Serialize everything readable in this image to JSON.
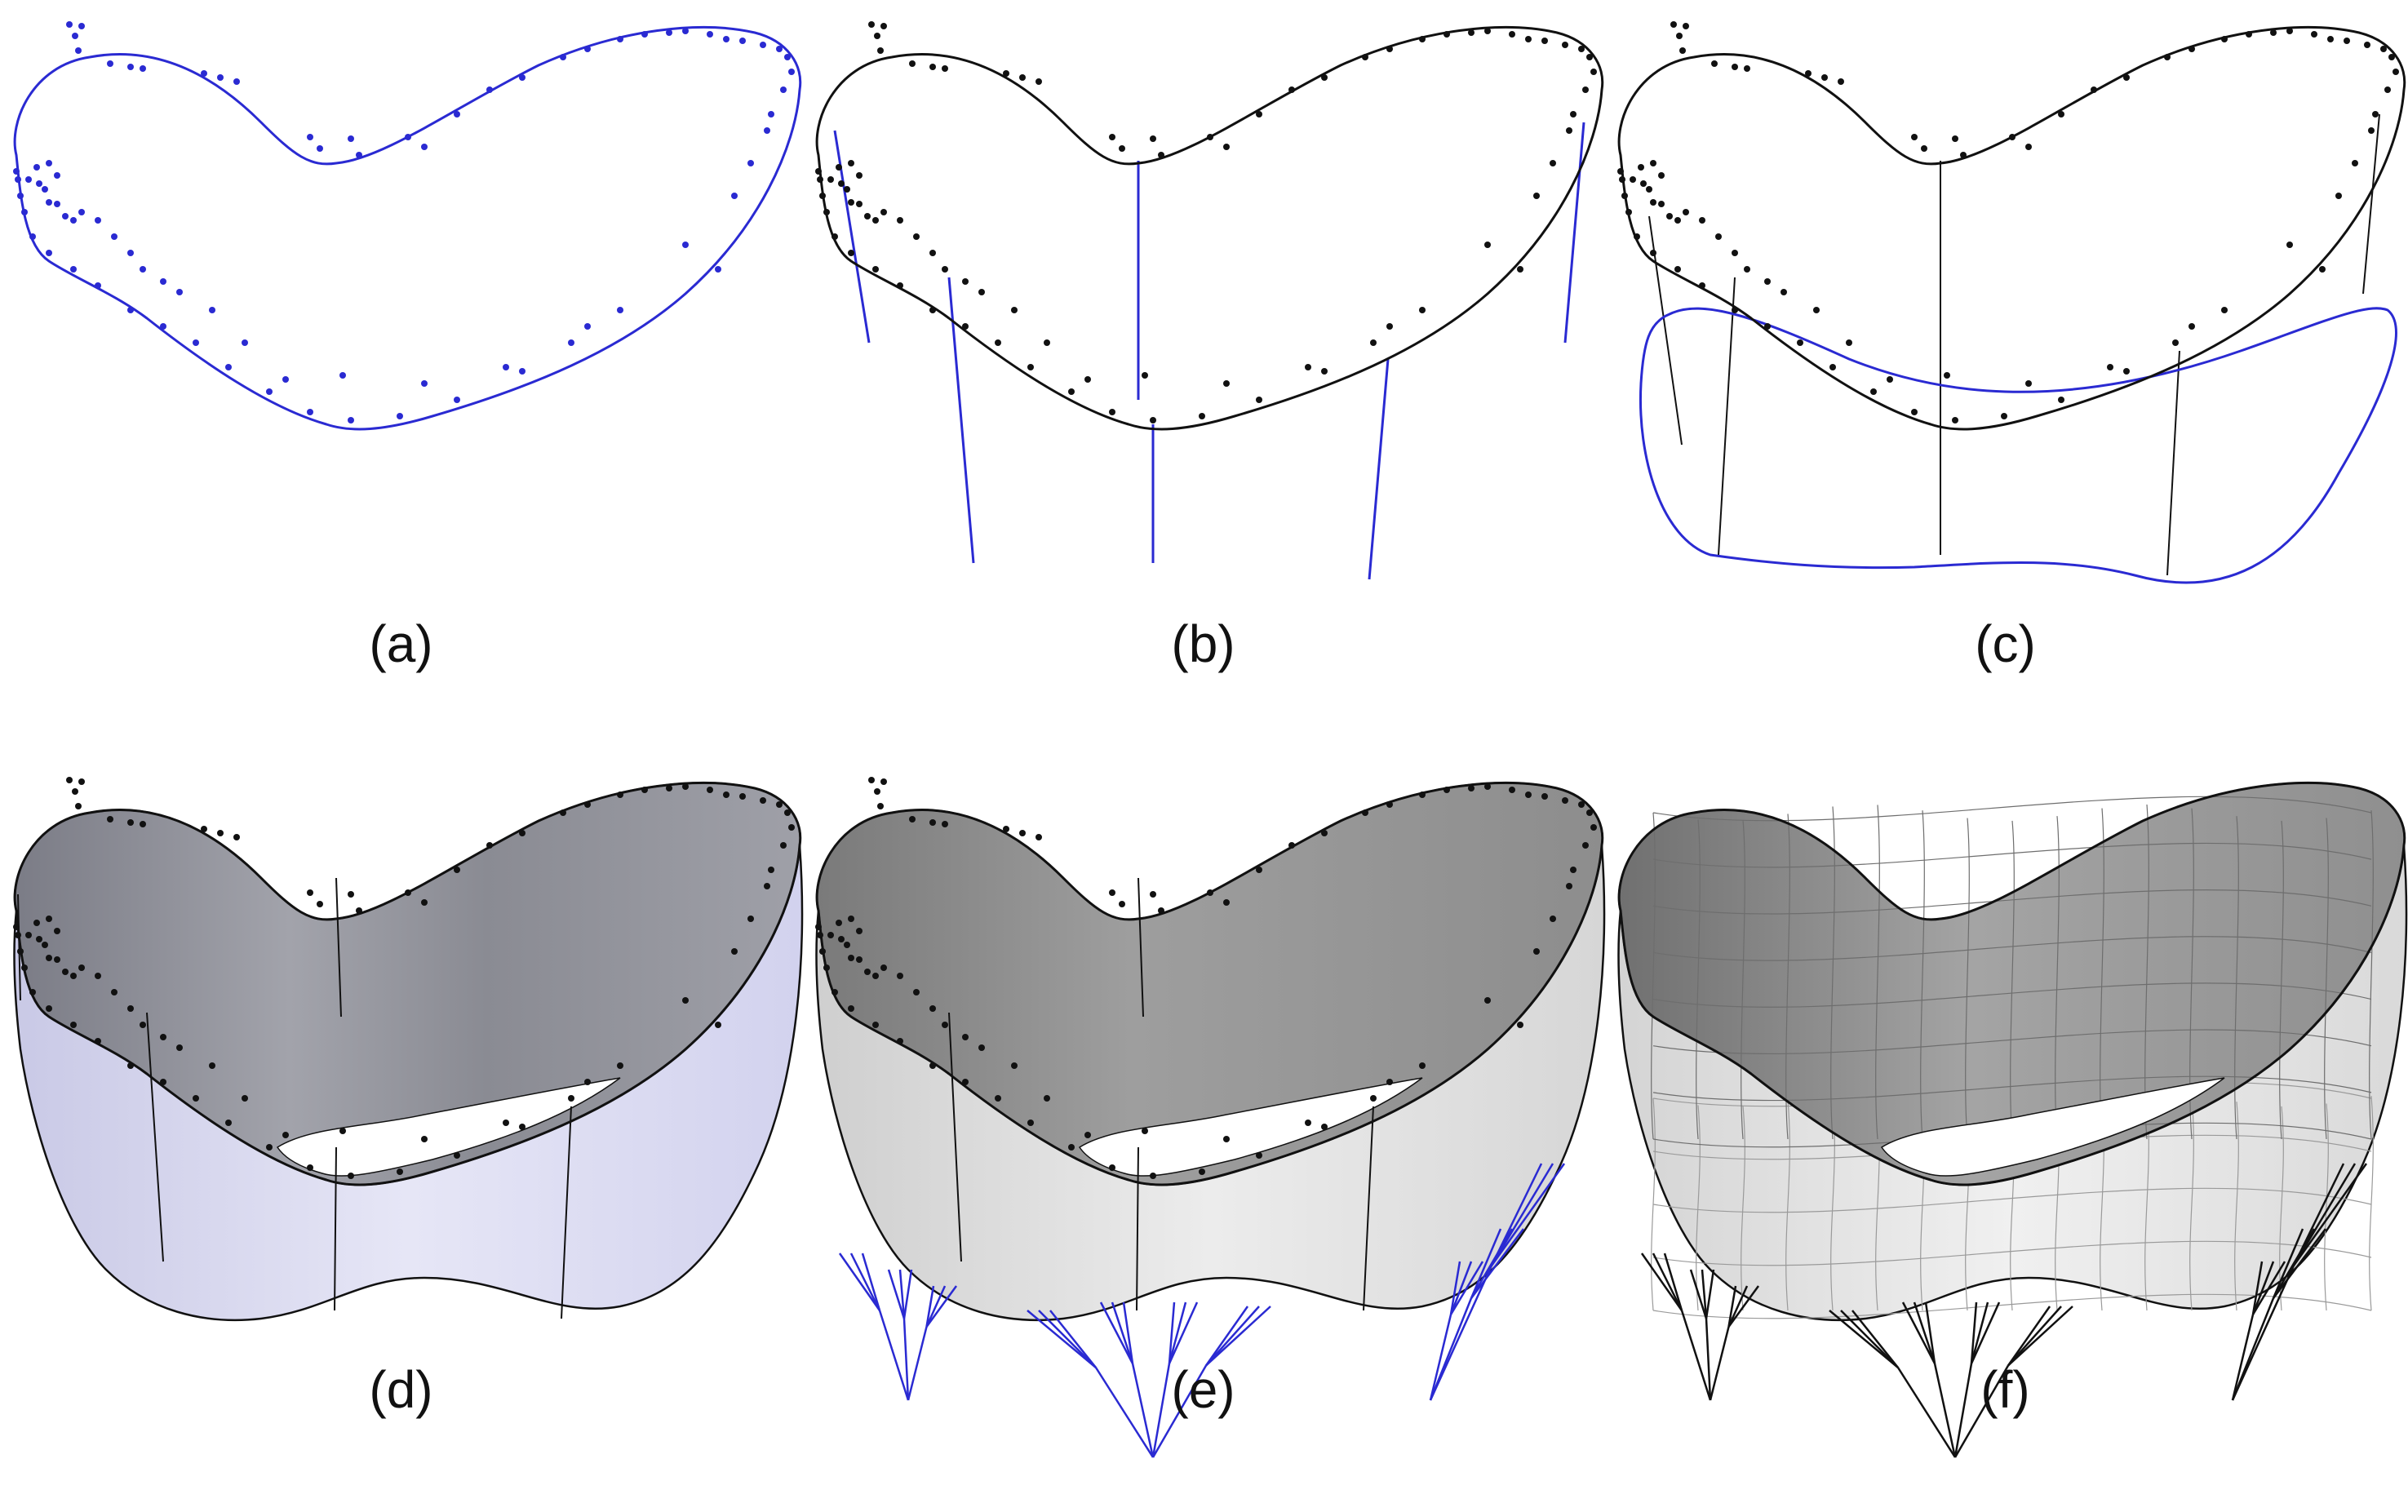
{
  "figure": {
    "panels": [
      {
        "label": "(a)",
        "content": "boundary curve fitted to points"
      },
      {
        "label": "(b)",
        "content": "ruling directions"
      },
      {
        "label": "(c)",
        "content": "second boundary curve"
      },
      {
        "label": "(d)",
        "content": "ruled surface"
      },
      {
        "label": "(e)",
        "content": "surface with support structure"
      },
      {
        "label": "(f)",
        "content": "surface with grid mesh and supports"
      }
    ],
    "colors": {
      "curve_blue": "#2a2ad2",
      "curve_black": "#111111",
      "surface_dark": "#8b8c94",
      "surface_light_lavender": "#d9d9f0",
      "surface_light_grey": "#dcdcdc",
      "support_blue": "#2a2ad2",
      "support_black": "#111111"
    }
  }
}
